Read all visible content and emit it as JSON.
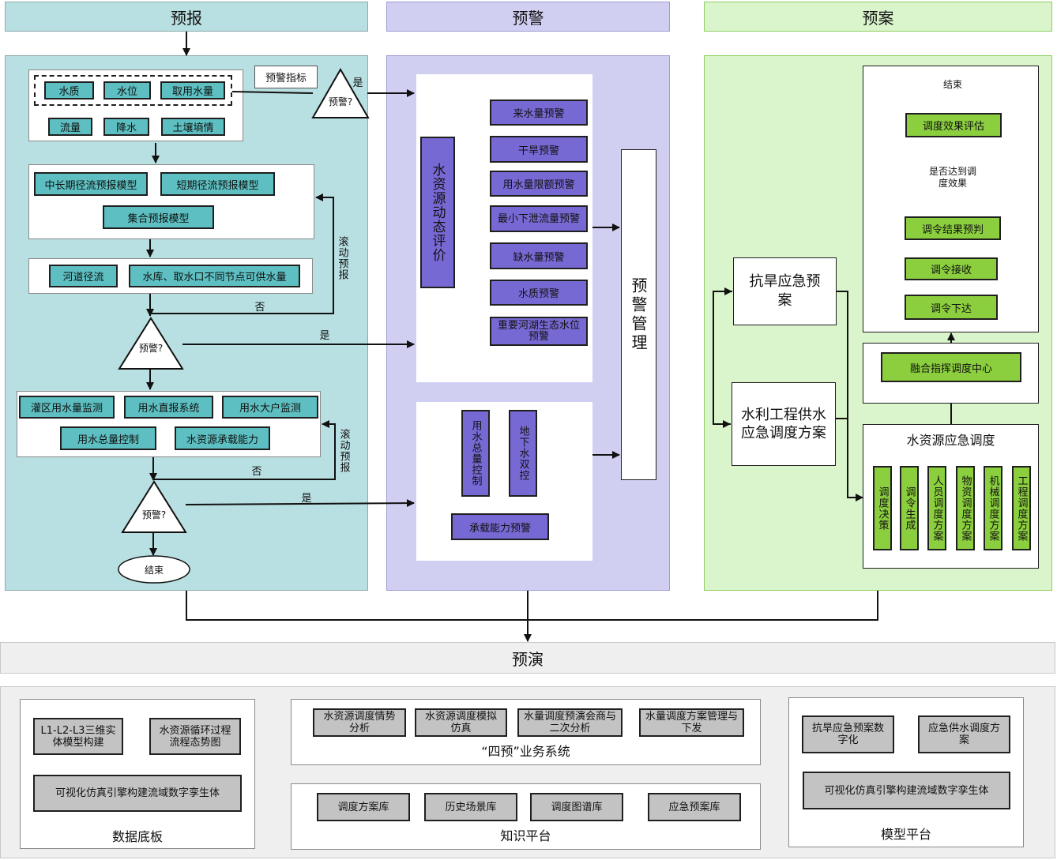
{
  "headers": {
    "forecast": "预报",
    "warning": "预警",
    "plan": "预案",
    "rehearsal": "预演"
  },
  "forecast": {
    "indicators": [
      "水质",
      "水位",
      "取用水量"
    ],
    "indicators2": [
      "流量",
      "降水",
      "土壤墒情"
    ],
    "warning_index": "预警指标",
    "models": [
      "中长期径流预报模型",
      "短期径流预报模型",
      "集合预报模型"
    ],
    "outputs": [
      "河道径流",
      "水库、取水口不同节点可供水量"
    ],
    "monitoring": [
      "灌区用水量监测",
      "用水直报系统",
      "用水大户监测",
      "用水总量控制",
      "水资源承载能力"
    ],
    "decision": "预警?",
    "yes": "是",
    "no": "否",
    "rolling": "滚动预报",
    "end": "结束"
  },
  "warning": {
    "eval": "水资源动态评价",
    "items": [
      "来水量预警",
      "干旱预警",
      "用水量限额预警",
      "最小下泄流量预警",
      "缺水量预警",
      "水质预警",
      "重要河湖生态水位预警"
    ],
    "total_control": "用水总量控制",
    "groundwater": "地下水双控",
    "capacity": "承载能力预警",
    "management": "预警管理"
  },
  "plan": {
    "drought_plan": "抗旱应急预案",
    "supply_plan": "水利工程供水应急调度方案",
    "end": "结束",
    "effect_eval": "调度效果评估",
    "reach_effect": "是否达到调度效果",
    "predict": "调令结果预判",
    "receive": "调令接收",
    "issue": "调令下达",
    "command_center": "融合指挥调度中心",
    "emergency_dispatch": "水资源应急调度",
    "columns": [
      "调度决策",
      "调令生成",
      "人员调度方案",
      "物资调度方案",
      "机械调度方案",
      "工程调度方案"
    ]
  },
  "bottom": {
    "data_base": {
      "title": "数据底板",
      "items": [
        "L1-L2-L3三维实体模型构建",
        "水资源循环过程流程态势图",
        "可视化仿真引擎构建流域数字孪生体"
      ]
    },
    "business": {
      "title": "“四预”业务系统",
      "items": [
        "水资源调度情势分析",
        "水资源调度模拟仿真",
        "水量调度预演会商与二次分析",
        "水量调度方案管理与下发"
      ]
    },
    "knowledge": {
      "title": "知识平台",
      "items": [
        "调度方案库",
        "历史场景库",
        "调度图谱库",
        "应急预案库"
      ]
    },
    "model": {
      "title": "模型平台",
      "items": [
        "抗旱应急预案数字化",
        "应急供水调度方案",
        "可视化仿真引擎构建流域数字孪生体"
      ]
    }
  },
  "colors": {
    "teal": "#5dbfc1",
    "teal_bg": "#b8dfe1",
    "purple": "#7769d4",
    "purple_bg": "#d0cff2",
    "green": "#8bcf3e",
    "green_bg": "#daf5cc",
    "gray": "#c3c3c3"
  }
}
